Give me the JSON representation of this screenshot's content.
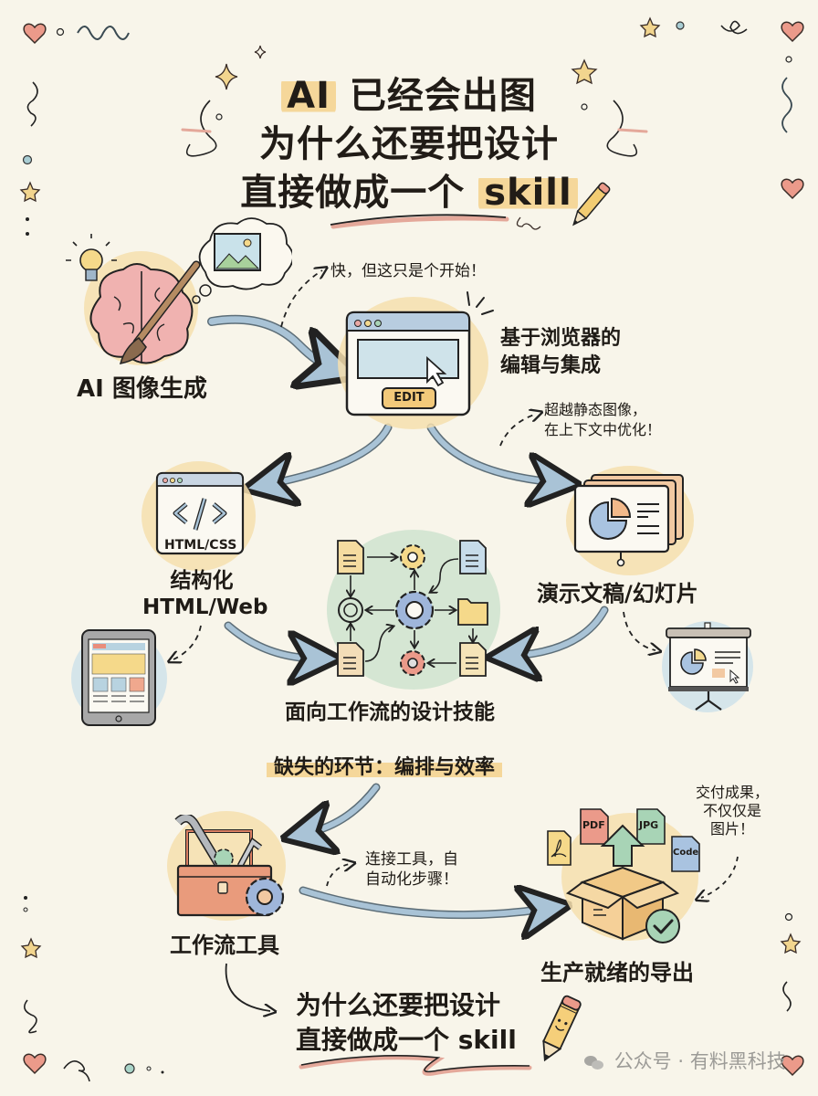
{
  "title": {
    "line1_highlight": "AI",
    "line1_rest": "已经会出图",
    "line2": "为什么还要把设计",
    "line3_prefix": "直接做成一个",
    "line3_highlight": "skill"
  },
  "nodes": {
    "ai_image": {
      "label": "AI 图像生成"
    },
    "browser": {
      "label_line1": "基于浏览器的",
      "label_line2": "编辑与集成",
      "edit_button": "EDIT"
    },
    "html": {
      "label_line1": "结构化",
      "label_line2": "HTML/Web",
      "badge": "HTML/CSS"
    },
    "slides": {
      "label": "演示文稿/幻灯片"
    },
    "workflow_skill": {
      "label": "面向工作流的设计技能"
    },
    "tools": {
      "label": "工作流工具"
    },
    "export": {
      "label": "生产就绪的导出",
      "file_badges": [
        "PDF",
        "JPG",
        "Code"
      ]
    }
  },
  "notes": {
    "fast": "快，但这只是个开始！",
    "beyond_line1": "超越静态图像，",
    "beyond_line2": "在上下文中优化！",
    "connect_line1": "连接工具，自",
    "connect_line2": "自动化步骤！",
    "deliver_line1": "交付成果，",
    "deliver_line2": "不仅仅是",
    "deliver_line3": "图片！"
  },
  "missing_link": "缺失的环节：编排与效率",
  "footer_question": {
    "line1": "为什么还要把设计",
    "line2": "直接做成一个 skill"
  },
  "watermark": "公众号 · 有料黑科技",
  "colors": {
    "background": "#f8f5ea",
    "highlight": "#f5d79a",
    "arrow_blue": "#a9c3d6",
    "blob_yellow": "#f6dfae",
    "blob_green": "#cfe3cf",
    "blob_blue": "#cfe2ea",
    "heart": "#eb9a8a",
    "star": "#f2d58e"
  }
}
